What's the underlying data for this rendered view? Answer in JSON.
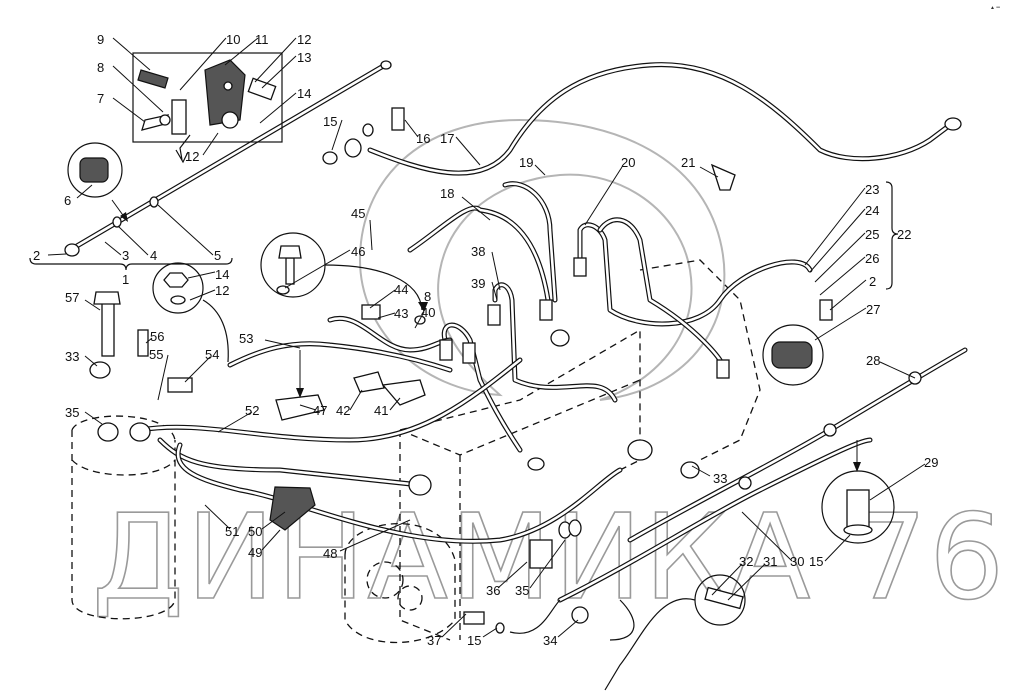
{
  "diagram": {
    "watermark": "ДИНАМИКА 76",
    "corner_mark": "▲ ═"
  },
  "labels": {
    "l9": "9",
    "l10": "10",
    "l11": "11",
    "l12a": "12",
    "l13": "13",
    "l14a": "14",
    "l8a": "8",
    "l7": "7",
    "l12b": "12",
    "l6": "6",
    "l2a": "2",
    "l3": "3",
    "l4": "4",
    "l5": "5",
    "l1": "1",
    "l15a": "15",
    "l16": "16",
    "l17": "17",
    "l18": "18",
    "l19": "19",
    "l20": "20",
    "l21": "21",
    "l23": "23",
    "l24": "24",
    "l25": "25",
    "l22": "22",
    "l26": "26",
    "l2b": "2",
    "l27": "27",
    "l45": "45",
    "l46": "46",
    "l14b": "14",
    "l12c": "12",
    "l57": "57",
    "l56": "56",
    "l44": "44",
    "l43": "43",
    "l8b": "8",
    "l40": "40",
    "l38": "38",
    "l39": "39",
    "l53": "53",
    "l55": "55",
    "l54": "54",
    "l33a": "33",
    "l35a": "35",
    "l52": "52",
    "l47": "47",
    "l42": "42",
    "l41": "41",
    "l28": "28",
    "l33b": "33",
    "l29": "29",
    "l51": "51",
    "l50": "50",
    "l49": "49",
    "l48": "48",
    "l36": "36",
    "l35b": "35",
    "l32": "32",
    "l31": "31",
    "l30": "30",
    "l15b": "15",
    "l37": "37",
    "l15c": "15",
    "l34": "34"
  }
}
